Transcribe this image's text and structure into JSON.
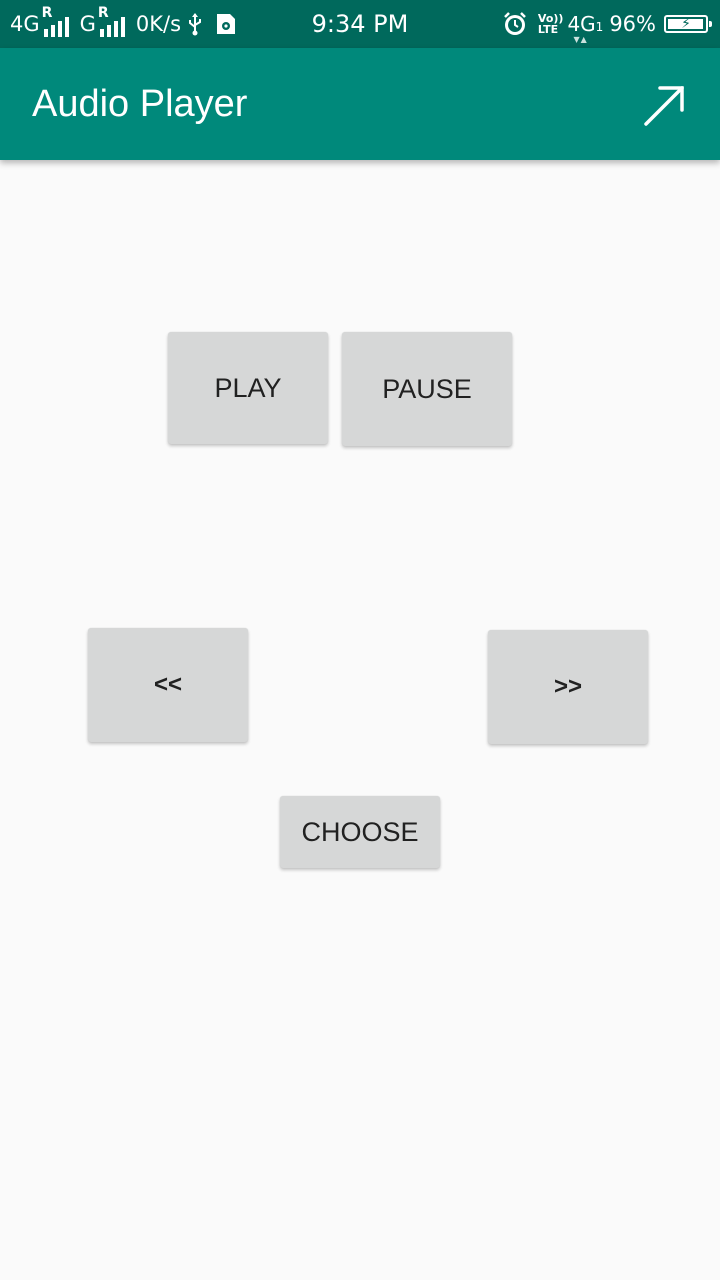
{
  "status_bar": {
    "net1": "4G",
    "net1_roaming": "R",
    "net2": "G",
    "net2_roaming": "R",
    "speed": "0K/s",
    "time": "9:34 PM",
    "volte_top": "Vo))",
    "volte_bottom": "LTE",
    "net3": "4G",
    "net3_sub": "1",
    "battery": "96%",
    "battery_level": 0.96,
    "icons": [
      "usb-icon",
      "storage-icon",
      "alarm-icon",
      "battery-charging-icon"
    ]
  },
  "app_bar": {
    "title": "Audio Player",
    "action_icon": "open-external-arrow-icon"
  },
  "buttons": {
    "play": "PLAY",
    "pause": "PAUSE",
    "previous": "<<",
    "next": ">>",
    "choose": "CHOOSE"
  },
  "colors": {
    "status_bar": "#00695c",
    "app_bar": "#00897b",
    "background": "#fafafa",
    "button": "#d6d7d7",
    "button_text": "#212121"
  }
}
